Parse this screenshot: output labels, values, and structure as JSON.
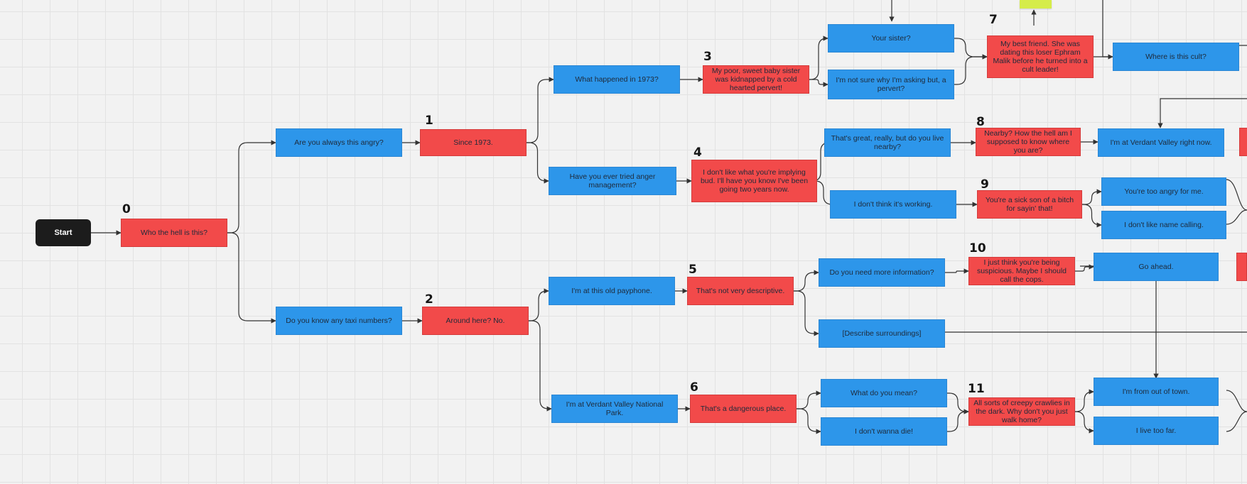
{
  "nodes": [
    {
      "id": "start",
      "kind": "s",
      "text": "Start"
    },
    {
      "id": "n0",
      "kind": "r",
      "text": "Who the hell is this?"
    },
    {
      "id": "q_angry",
      "kind": "q",
      "text": "Are you always this angry?"
    },
    {
      "id": "q_taxi",
      "kind": "q",
      "text": "Do you know any taxi numbers?"
    },
    {
      "id": "n1",
      "kind": "r",
      "text": "Since 1973."
    },
    {
      "id": "n2",
      "kind": "r",
      "text": "Around here? No."
    },
    {
      "id": "q_1973",
      "kind": "q",
      "text": "What happened in 1973?"
    },
    {
      "id": "q_anger_mgmt",
      "kind": "q",
      "text": "Have you ever tried anger management?"
    },
    {
      "id": "q_payphone",
      "kind": "q",
      "text": "I'm at this old payphone."
    },
    {
      "id": "q_verdant_park",
      "kind": "q",
      "text": "I'm at Verdant Valley National Park."
    },
    {
      "id": "n3",
      "kind": "r",
      "text": "My poor, sweet baby sister was kidnapped by a cold hearted pervert!"
    },
    {
      "id": "n4",
      "kind": "r",
      "text": "I don't like what you're implying bud. I'll have you know I've been going two years now."
    },
    {
      "id": "n5",
      "kind": "r",
      "text": "That's not very descriptive."
    },
    {
      "id": "n6",
      "kind": "r",
      "text": "That's a dangerous place."
    },
    {
      "id": "q_sister",
      "kind": "q",
      "text": "Your sister?"
    },
    {
      "id": "q_not_sure",
      "kind": "q",
      "text": "I'm not sure why I'm asking but, a pervert?"
    },
    {
      "id": "q_live_nearby",
      "kind": "q",
      "text": "That's great, really, but do you live nearby?"
    },
    {
      "id": "q_not_working",
      "kind": "q",
      "text": "I don't think it's working."
    },
    {
      "id": "q_more_info",
      "kind": "q",
      "text": "Do you need more information?"
    },
    {
      "id": "q_describe",
      "kind": "q",
      "text": "[Describe surroundings]"
    },
    {
      "id": "q_what_mean",
      "kind": "q",
      "text": "What do you mean?"
    },
    {
      "id": "q_dont_die",
      "kind": "q",
      "text": "I don't wanna die!"
    },
    {
      "id": "n7",
      "kind": "r",
      "text": "My best friend. She was dating this loser Ephram Malik before he turned into a cult leader!"
    },
    {
      "id": "n8",
      "kind": "r",
      "text": "Nearby? How the hell am I supposed to know where you are?"
    },
    {
      "id": "n9",
      "kind": "r",
      "text": "You're a sick son of a bitch for sayin' that!"
    },
    {
      "id": "n10",
      "kind": "r",
      "text": "I just think you're being suspicious. Maybe I should call the cops."
    },
    {
      "id": "n11",
      "kind": "r",
      "text": "All sorts of creepy crawlies in the dark. Why don't you just walk home?"
    },
    {
      "id": "q_cult",
      "kind": "q",
      "text": "Where is this cult?"
    },
    {
      "id": "q_at_verdant",
      "kind": "q",
      "text": "I'm at Verdant Valley right now."
    },
    {
      "id": "q_too_angry",
      "kind": "q",
      "text": "You're too angry for me."
    },
    {
      "id": "q_name_calling",
      "kind": "q",
      "text": "I don't like name calling."
    },
    {
      "id": "q_go_ahead",
      "kind": "q",
      "text": "Go ahead."
    },
    {
      "id": "q_out_of_town",
      "kind": "q",
      "text": "I'm from out of town."
    },
    {
      "id": "q_too_far",
      "kind": "q",
      "text": "I live too far."
    },
    {
      "id": "r_edge1",
      "kind": "r",
      "text": ""
    },
    {
      "id": "r_edge2",
      "kind": "r",
      "text": ""
    },
    {
      "id": "sticky1",
      "kind": "sticky",
      "text": ""
    }
  ],
  "step_numbers": [
    {
      "id": "num0",
      "text": "0"
    },
    {
      "id": "num1",
      "text": "1"
    },
    {
      "id": "num2",
      "text": "2"
    },
    {
      "id": "num3",
      "text": "3"
    },
    {
      "id": "num4",
      "text": "4"
    },
    {
      "id": "num5",
      "text": "5"
    },
    {
      "id": "num6",
      "text": "6"
    },
    {
      "id": "num7",
      "text": "7"
    },
    {
      "id": "num8",
      "text": "8"
    },
    {
      "id": "num9",
      "text": "9"
    },
    {
      "id": "num10",
      "text": "10"
    },
    {
      "id": "num11",
      "text": "11"
    }
  ],
  "edges": [
    [
      "start",
      "n0"
    ],
    [
      "n0",
      "q_angry"
    ],
    [
      "n0",
      "q_taxi"
    ],
    [
      "q_angry",
      "n1"
    ],
    [
      "q_taxi",
      "n2"
    ],
    [
      "n1",
      "q_1973"
    ],
    [
      "n1",
      "q_anger_mgmt"
    ],
    [
      "n2",
      "q_payphone"
    ],
    [
      "n2",
      "q_verdant_park"
    ],
    [
      "q_1973",
      "n3"
    ],
    [
      "q_anger_mgmt",
      "n4"
    ],
    [
      "q_payphone",
      "n5"
    ],
    [
      "q_verdant_park",
      "n6"
    ],
    [
      "n3",
      "q_sister"
    ],
    [
      "n3",
      "q_not_sure"
    ],
    [
      "n4",
      "q_live_nearby"
    ],
    [
      "n4",
      "q_not_working"
    ],
    [
      "n5",
      "q_more_info"
    ],
    [
      "n5",
      "q_describe"
    ],
    [
      "n6",
      "q_what_mean"
    ],
    [
      "n6",
      "q_dont_die"
    ],
    [
      "q_sister",
      "n7"
    ],
    [
      "q_not_sure",
      "n7"
    ],
    [
      "q_live_nearby",
      "n8"
    ],
    [
      "q_not_working",
      "n9"
    ],
    [
      "q_more_info",
      "n10"
    ],
    [
      "q_what_mean",
      "n11"
    ],
    [
      "q_dont_die",
      "n11"
    ],
    [
      "n7",
      "q_cult"
    ],
    [
      "n8",
      "q_at_verdant"
    ],
    [
      "n9",
      "q_too_angry"
    ],
    [
      "n9",
      "q_name_calling"
    ],
    [
      "n10",
      "q_go_ahead"
    ],
    [
      "n11",
      "q_out_of_town"
    ],
    [
      "n11",
      "q_too_far"
    ]
  ],
  "colors": {
    "question": "#2d96ea",
    "response": "#f24a4a",
    "start": "#1c1c1c",
    "sticky": "#d5ec4a",
    "edge": "#333333"
  }
}
